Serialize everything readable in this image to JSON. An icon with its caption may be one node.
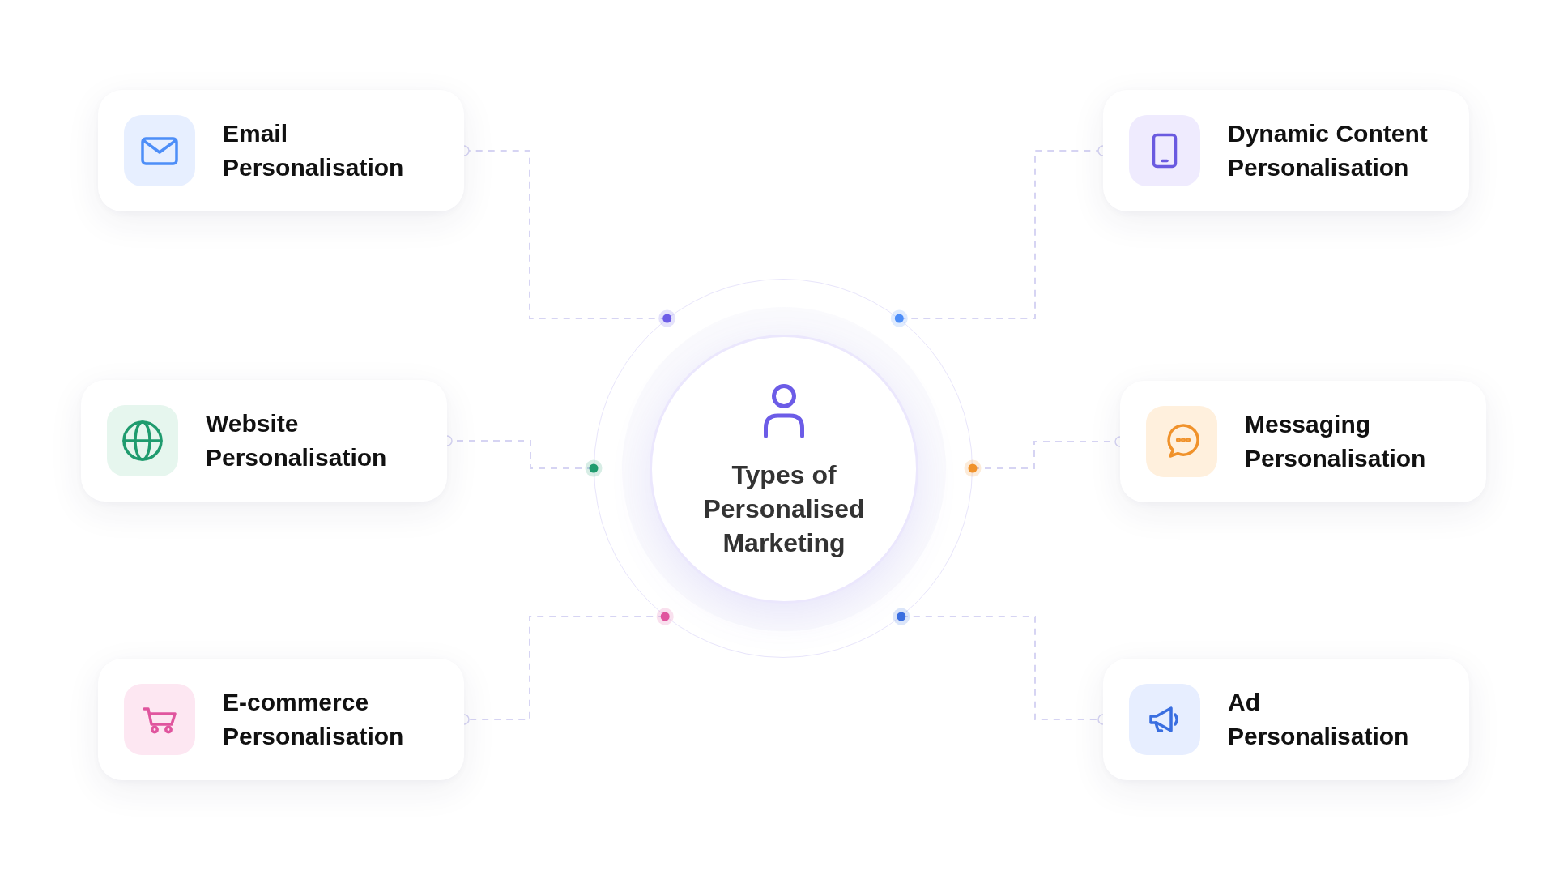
{
  "diagram": {
    "nodes": [
      {
        "text": [
          "Email Personalisation"
        ]
      },
      {
        "text": [
          "Dynamic Content Personalisation"
        ]
      },
      {
        "text": [
          "Website Personalisation"
        ]
      },
      {
        "text": [
          "Types of Personalised Marketing"
        ]
      },
      {
        "text": [
          "Messaging Personalisation"
        ]
      },
      {
        "text": [
          "E-commerce Personalisation"
        ]
      },
      {
        "text": [
          "Ad Personalisation"
        ]
      }
    ],
    "edges": [
      {
        "from": 3,
        "to": 0,
        "arrow": "other",
        "style": "dashed"
      },
      {
        "from": 3,
        "to": 1,
        "arrow": "other",
        "style": "dashed"
      },
      {
        "from": 3,
        "to": 2,
        "arrow": "other",
        "style": "dashed"
      },
      {
        "from": 3,
        "to": 4,
        "arrow": "other",
        "style": "dashed"
      },
      {
        "from": 3,
        "to": 5,
        "arrow": "other",
        "style": "dashed"
      },
      {
        "from": 3,
        "to": 6,
        "arrow": "other",
        "style": "dashed"
      }
    ]
  }
}
